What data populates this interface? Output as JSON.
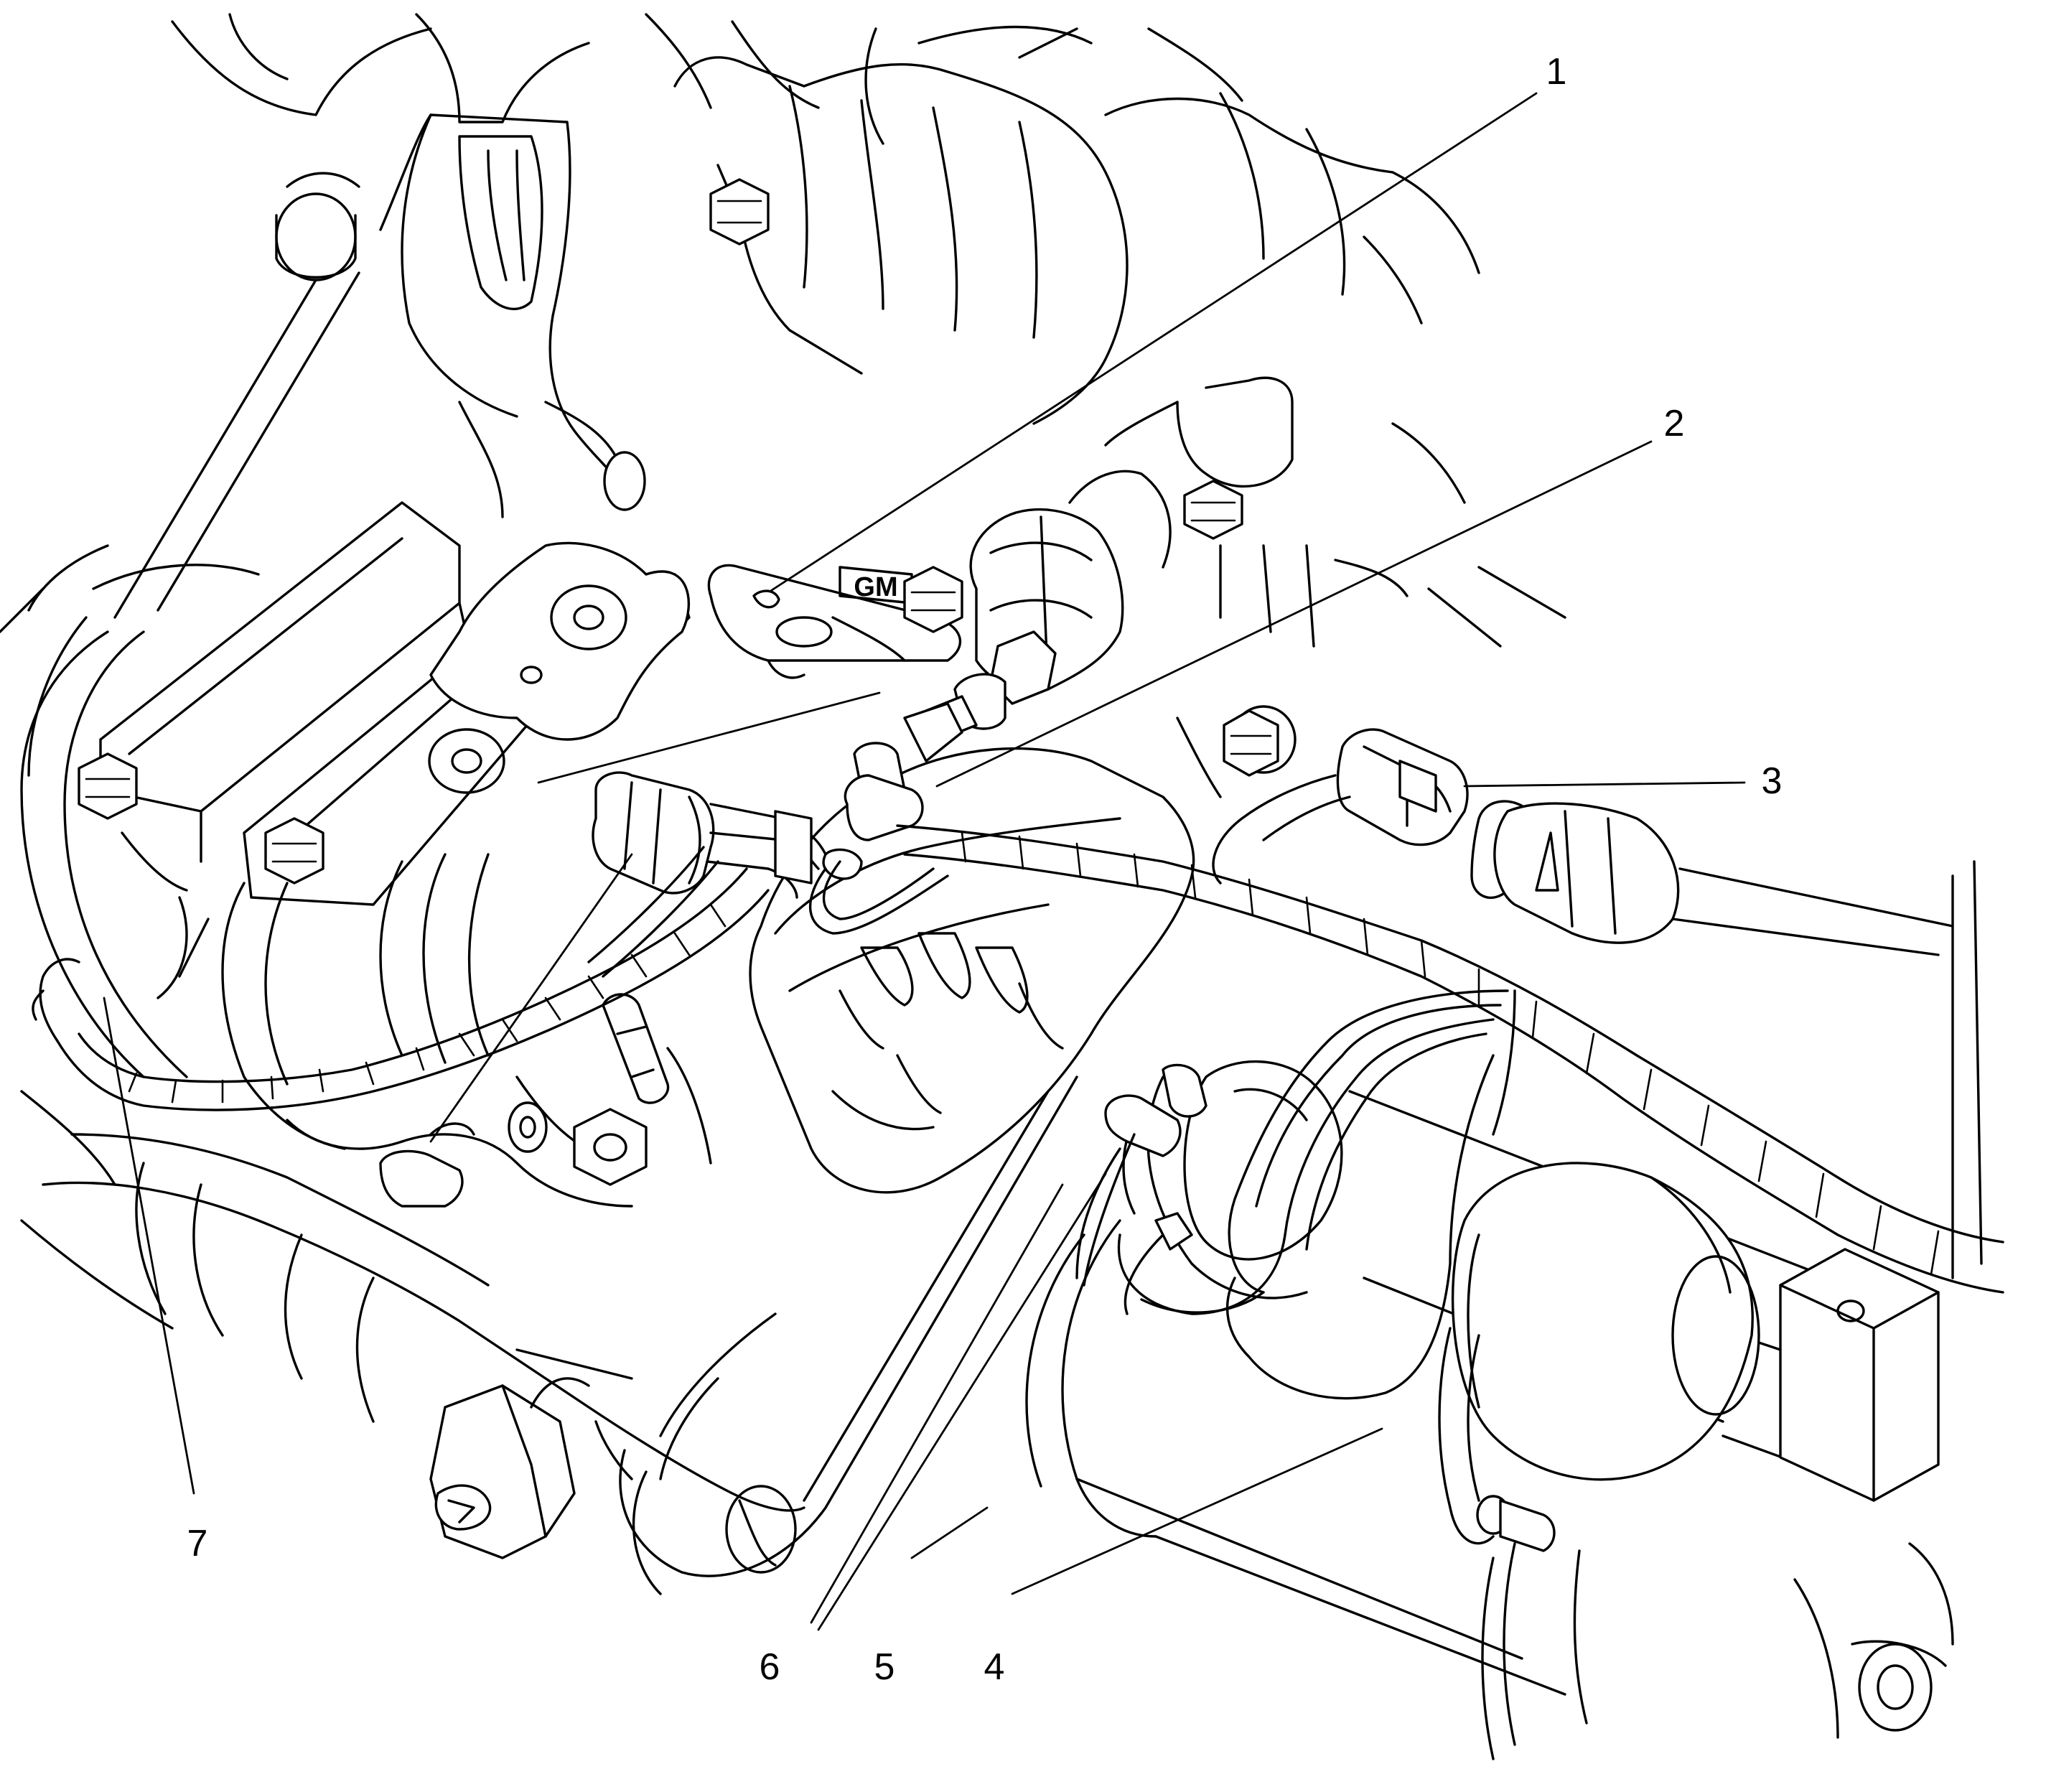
{
  "callouts": [
    {
      "id": "1",
      "label": "1"
    },
    {
      "id": "2",
      "label": "2"
    },
    {
      "id": "3",
      "label": "3"
    },
    {
      "id": "4",
      "label": "4"
    },
    {
      "id": "5",
      "label": "5"
    },
    {
      "id": "6",
      "label": "6"
    },
    {
      "id": "7",
      "label": "7"
    }
  ],
  "stamp_text": "GM"
}
